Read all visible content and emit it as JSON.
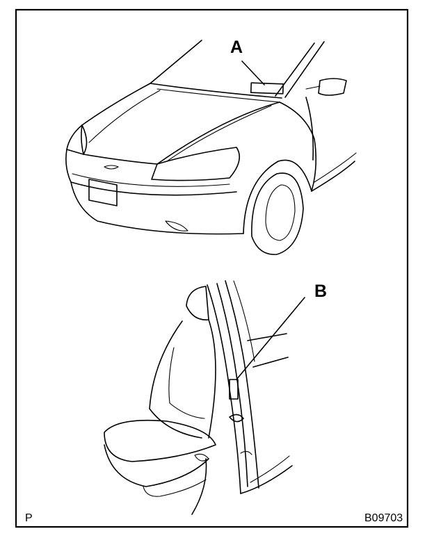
{
  "callouts": {
    "a": "A",
    "b": "B"
  },
  "corner": {
    "left": "P",
    "right": "B09703"
  }
}
